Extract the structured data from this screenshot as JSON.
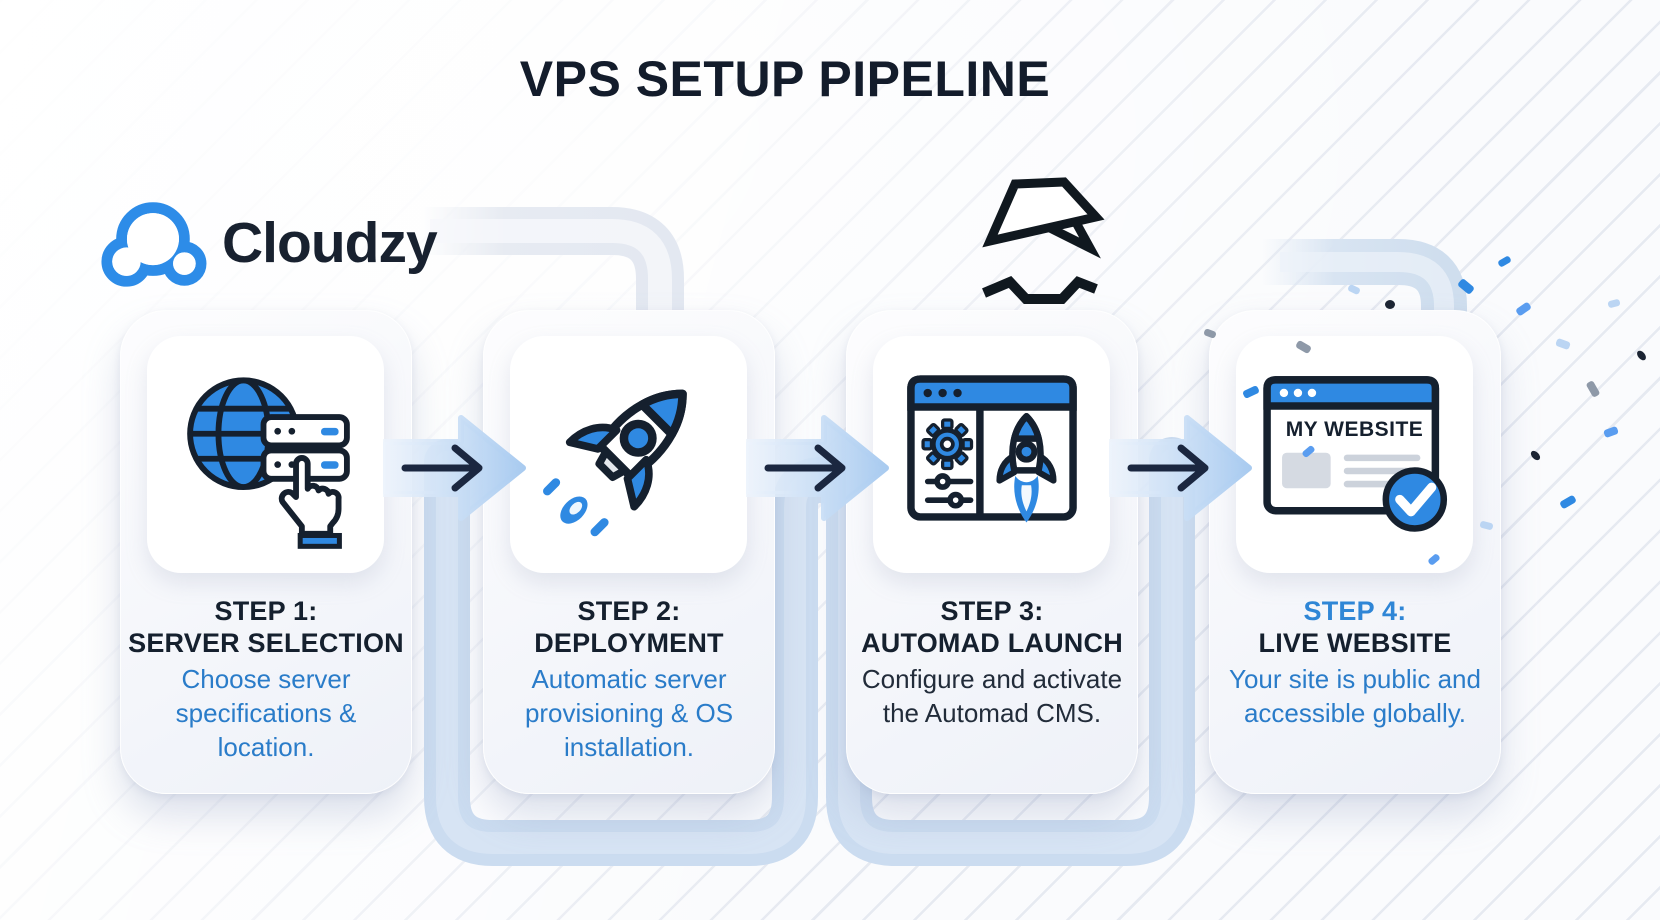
{
  "title": "VPS SETUP PIPELINE",
  "brand": {
    "name": "Cloudzy",
    "logo_icon": "cloudzy-cloud-icon",
    "logo_color": "#2D8CE8",
    "text_color": "#18212F"
  },
  "cms_logo": {
    "icon": "automad-logo-icon",
    "color": "#10181F"
  },
  "steps": [
    {
      "label": "STEP 1:",
      "title": "SERVER SELECTION",
      "description": "Choose server specifications & location.",
      "icon": "globe-server-selection-icon",
      "label_color": "#15202E",
      "title_color": "#15202E",
      "description_color": "#2A7CC9"
    },
    {
      "label": "STEP 2:",
      "title": "DEPLOYMENT",
      "description": "Automatic server provisioning & OS installation.",
      "icon": "rocket-icon",
      "label_color": "#15202E",
      "title_color": "#15202E",
      "description_color": "#2A7CC9"
    },
    {
      "label": "STEP 3:",
      "title": "AUTOMAD LAUNCH",
      "description": "Configure and activate the Automad CMS.",
      "icon": "cms-launch-icon",
      "label_color": "#15202E",
      "title_color": "#15202E",
      "description_color": "#222C3A"
    },
    {
      "label": "STEP 4:",
      "title": "LIVE WEBSITE",
      "description": "Your site is public and accessible globally.",
      "icon": "live-website-icon",
      "icon_text": "MY WEBSITE",
      "label_color": "#2F86D6",
      "title_color": "#15202E",
      "description_color": "#2A7CC9"
    }
  ],
  "flow": {
    "arrow_icon": "right-arrow-icon",
    "pipe_color": "#CBDCF0",
    "pipe_white": "#E7EBF2",
    "arrow_fill": "#A9CBF0",
    "arrow_glyph_color": "#1B2740"
  },
  "colors": {
    "accent_blue": "#2F89E2",
    "outline_dark": "#15202E",
    "title_navy": "#131C2B",
    "background": "#FAFBFD",
    "confetti": [
      "#5A9DF0",
      "#2F89E2",
      "#BBD5F3",
      "#8E99A8",
      "#1B2433"
    ]
  }
}
